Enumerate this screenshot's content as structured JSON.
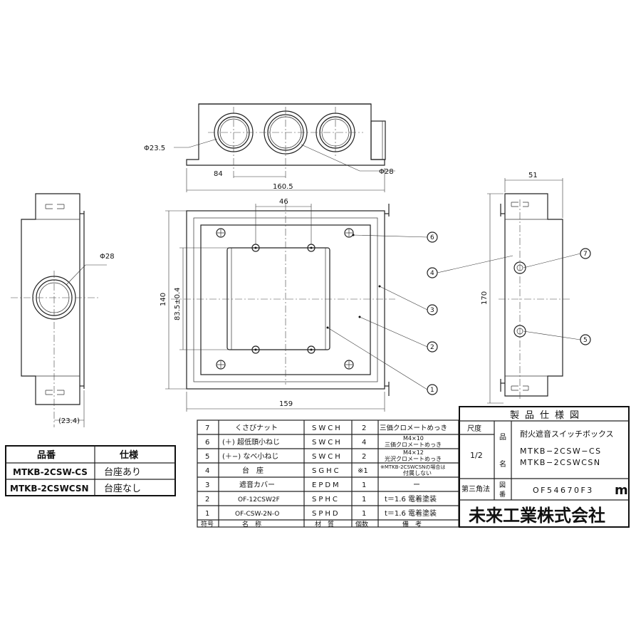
{
  "dimensions": {
    "phi_23_5": "Φ23.5",
    "phi_28_top": "Φ28",
    "d84": "84",
    "d160_5": "160.5",
    "d46": "46",
    "d140": "140",
    "d83_5": "83.5±0.4",
    "d159": "159",
    "d51": "51",
    "d170": "170",
    "phi_28_left": "Φ28",
    "d23_4": "(23.4)"
  },
  "callouts": [
    "1",
    "2",
    "3",
    "4",
    "5",
    "6",
    "7"
  ],
  "model_table": {
    "headers": [
      "品番",
      "仕様"
    ],
    "rows": [
      [
        "MTKB-2CSW-CS",
        "台座あり"
      ],
      [
        "MTKB-2CSWCSN",
        "台座なし"
      ]
    ]
  },
  "parts_table": {
    "footer": [
      "符号",
      "名　称",
      "材　質",
      "個数",
      "備　考"
    ],
    "rows": [
      {
        "no": "7",
        "name": "くさびナット",
        "mat": "SWCH",
        "qty": "2",
        "note": "三価クロメートめっき",
        "note2": ""
      },
      {
        "no": "6",
        "name": "(＋) 超低頭小ねじ",
        "mat": "SWCH",
        "qty": "4",
        "note": "M4×10",
        "note2": "三価クロメートめっき"
      },
      {
        "no": "5",
        "name": "(＋−) なべ小ねじ",
        "mat": "SWCH",
        "qty": "2",
        "note": "M4×12",
        "note2": "光沢クロメートめっき"
      },
      {
        "no": "4",
        "name": "台　座",
        "mat": "SGHC",
        "qty": "※1",
        "note": "※MTKB-2CSWCSNの場合は",
        "note2": "付属しない"
      },
      {
        "no": "3",
        "name": "遮音カバー",
        "mat": "EPDM",
        "qty": "1",
        "note": "ー",
        "note2": ""
      },
      {
        "no": "2",
        "name": "OF-12CSW2F",
        "mat": "SPHC",
        "qty": "1",
        "note": "t＝1.6 電着塗装",
        "note2": ""
      },
      {
        "no": "1",
        "name": "OF-CSW-2N-O",
        "mat": "SPHD",
        "qty": "1",
        "note": "t＝1.6 電着塗装",
        "note2": ""
      }
    ]
  },
  "title_block": {
    "title": "製品仕様図",
    "scale_label": "尺度",
    "scale_value": "1/2",
    "hin": "品",
    "mei": "名",
    "product_name": "耐火遮音スイッチボックス",
    "model1": "MTKB−2CSW−CS",
    "model2": "MTKB−2CSWCSN",
    "projection": "第三角法",
    "zu": "図",
    "ban": "番",
    "drawing_no": "OF54670F3",
    "company": "未来工業株式会社",
    "logo_letter": "m"
  },
  "colors": {
    "logo": "#1a7f3a"
  }
}
